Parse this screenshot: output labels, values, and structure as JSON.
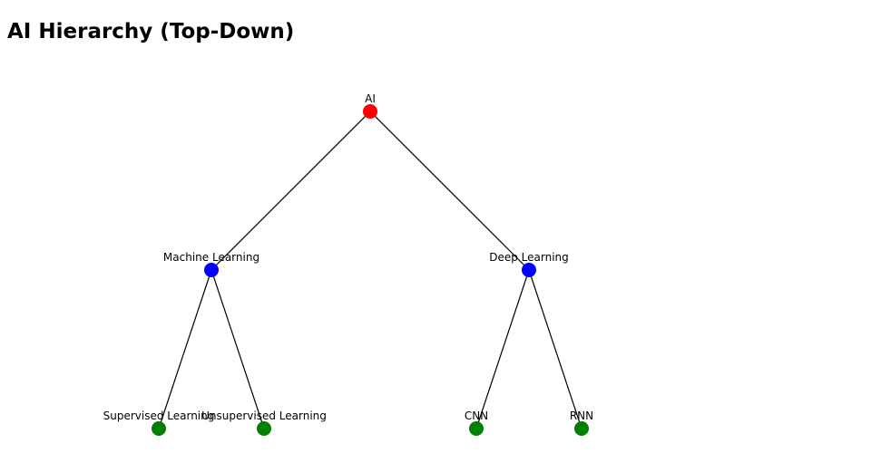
{
  "title": "AI Hierarchy (Top-Down)",
  "colors": {
    "root": "#ff0000",
    "mid": "#0000ff",
    "leaf": "#008000",
    "edge": "#000000"
  },
  "nodes": [
    {
      "id": "ai",
      "label": "AI",
      "level": "root"
    },
    {
      "id": "ml",
      "label": "Machine Learning",
      "level": "mid"
    },
    {
      "id": "dl",
      "label": "Deep Learning",
      "level": "mid"
    },
    {
      "id": "sl",
      "label": "Supervised Learning",
      "level": "leaf"
    },
    {
      "id": "ul",
      "label": "Unsupervised Learning",
      "level": "leaf"
    },
    {
      "id": "cnn",
      "label": "CNN",
      "level": "leaf"
    },
    {
      "id": "rnn",
      "label": "RNN",
      "level": "leaf"
    }
  ],
  "edges": [
    {
      "from": "ai",
      "to": "ml"
    },
    {
      "from": "ai",
      "to": "dl"
    },
    {
      "from": "ml",
      "to": "sl"
    },
    {
      "from": "ml",
      "to": "ul"
    },
    {
      "from": "dl",
      "to": "cnn"
    },
    {
      "from": "dl",
      "to": "rnn"
    }
  ]
}
